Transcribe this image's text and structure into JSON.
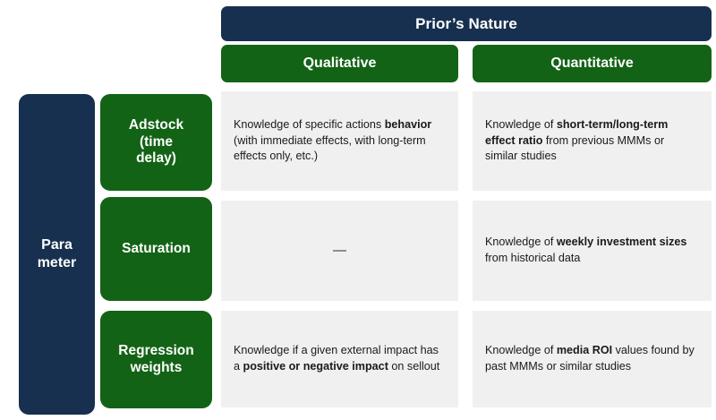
{
  "header": {
    "super_title": "Prior’s Nature",
    "columns": [
      {
        "label": "Qualitative"
      },
      {
        "label": "Quantitative"
      }
    ]
  },
  "rail": {
    "label": "Para\nmeter"
  },
  "rows": [
    {
      "label": "Adstock\n(time\ndelay)",
      "cells": [
        {
          "segments": [
            {
              "text": "Knowledge of specific actions ",
              "bold": false
            },
            {
              "text": "behavior",
              "bold": true
            },
            {
              "text": " (with immediate effects, with long-term effects only, etc.)",
              "bold": false
            }
          ]
        },
        {
          "segments": [
            {
              "text": "Knowledge of ",
              "bold": false
            },
            {
              "text": "short-term/long-term effect ratio",
              "bold": true
            },
            {
              "text": " from previous MMMs or similar studies",
              "bold": false
            }
          ]
        }
      ]
    },
    {
      "label": "Saturation",
      "cells": [
        {
          "segments": [
            {
              "text": "—",
              "bold": false
            }
          ],
          "dash": true
        },
        {
          "segments": [
            {
              "text": "Knowledge of ",
              "bold": false
            },
            {
              "text": "weekly investment sizes",
              "bold": true
            },
            {
              "text": " from historical data",
              "bold": false
            }
          ]
        }
      ]
    },
    {
      "label": "Regression\nweights",
      "cells": [
        {
          "segments": [
            {
              "text": "Knowledge if a given external impact has a ",
              "bold": false
            },
            {
              "text": "positive or negative impact",
              "bold": true
            },
            {
              "text": " on sellout",
              "bold": false
            }
          ]
        },
        {
          "segments": [
            {
              "text": "Knowledge of ",
              "bold": false
            },
            {
              "text": "media ROI",
              "bold": true
            },
            {
              "text": " values found by past MMMs or similar studies",
              "bold": false
            }
          ]
        }
      ]
    }
  ],
  "colors": {
    "navy": "#17304F",
    "green": "#136316",
    "cell_background": "#F0F0F0",
    "page_background": "#FFFFFF",
    "text": "#1A1A1A"
  }
}
